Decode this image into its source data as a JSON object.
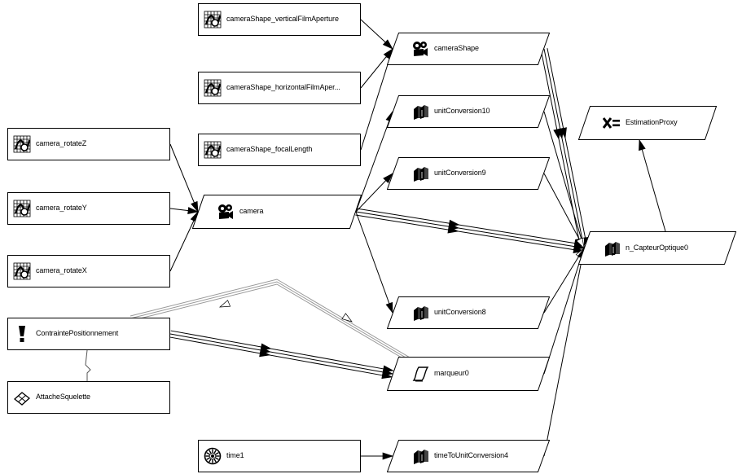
{
  "nodes": [
    {
      "id": "vfa",
      "label": "cameraShape_verticalFilmAperture",
      "icon": "anim-curve-icon",
      "shape": "rect"
    },
    {
      "id": "hfa",
      "label": "cameraShape_horizontalFilmAper...",
      "icon": "anim-curve-icon",
      "shape": "rect"
    },
    {
      "id": "fl",
      "label": "cameraShape_focalLength",
      "icon": "anim-curve-icon",
      "shape": "rect"
    },
    {
      "id": "rz",
      "label": "camera_rotateZ",
      "icon": "anim-curve-icon",
      "shape": "rect"
    },
    {
      "id": "ry",
      "label": "camera_rotateY",
      "icon": "anim-curve-icon",
      "shape": "rect"
    },
    {
      "id": "rx",
      "label": "camera_rotateX",
      "icon": "anim-curve-icon",
      "shape": "rect"
    },
    {
      "id": "cp",
      "label": "ContraintePositionnement",
      "icon": "constraint-exclamation-icon",
      "shape": "rect"
    },
    {
      "id": "as",
      "label": "AttacheSquelette",
      "icon": "plane-icon",
      "shape": "rect"
    },
    {
      "id": "t1",
      "label": "time1",
      "icon": "time-clock-icon",
      "shape": "rect"
    },
    {
      "id": "cs",
      "label": "cameraShape",
      "icon": "camera-icon",
      "shape": "para"
    },
    {
      "id": "cam",
      "label": "camera",
      "icon": "camera-icon",
      "shape": "para"
    },
    {
      "id": "uc10",
      "label": "unitConversion10",
      "icon": "unit-conversion-icon",
      "shape": "para"
    },
    {
      "id": "uc9",
      "label": "unitConversion9",
      "icon": "unit-conversion-icon",
      "shape": "para"
    },
    {
      "id": "uc8",
      "label": "unitConversion8",
      "icon": "unit-conversion-icon",
      "shape": "para"
    },
    {
      "id": "mq",
      "label": "marqueur0",
      "icon": "locator-icon",
      "shape": "para"
    },
    {
      "id": "tuc",
      "label": "timeToUnitConversion4",
      "icon": "unit-conversion-icon",
      "shape": "para"
    },
    {
      "id": "ep",
      "label": "EstimationProxy",
      "icon": "expression-icon",
      "shape": "para"
    },
    {
      "id": "nco",
      "label": "n_CapteurOptique0",
      "icon": "unit-conversion-icon",
      "shape": "para"
    }
  ],
  "edges": [
    {
      "from": "vfa",
      "to": "cs"
    },
    {
      "from": "hfa",
      "to": "cs"
    },
    {
      "from": "fl",
      "to": "cs"
    },
    {
      "from": "rz",
      "to": "cam"
    },
    {
      "from": "ry",
      "to": "cam"
    },
    {
      "from": "rx",
      "to": "cam"
    },
    {
      "from": "cam",
      "to": "uc10"
    },
    {
      "from": "cam",
      "to": "uc9"
    },
    {
      "from": "cam",
      "to": "uc8"
    },
    {
      "from": "cam",
      "to": "nco",
      "multi": 3
    },
    {
      "from": "cs",
      "to": "nco",
      "multi": 3
    },
    {
      "from": "uc10",
      "to": "nco",
      "style": "open"
    },
    {
      "from": "uc9",
      "to": "nco",
      "style": "open"
    },
    {
      "from": "uc8",
      "to": "nco",
      "style": "open"
    },
    {
      "from": "mq",
      "to": "nco"
    },
    {
      "from": "tuc",
      "to": "nco"
    },
    {
      "from": "nco",
      "to": "ep"
    },
    {
      "from": "cp",
      "to": "mq",
      "multi": 3
    },
    {
      "from": "mq",
      "to": "cp",
      "style": "gray"
    },
    {
      "from": "t1",
      "to": "tuc"
    },
    {
      "from": "as",
      "to": "cp",
      "style": "squiggle"
    }
  ]
}
